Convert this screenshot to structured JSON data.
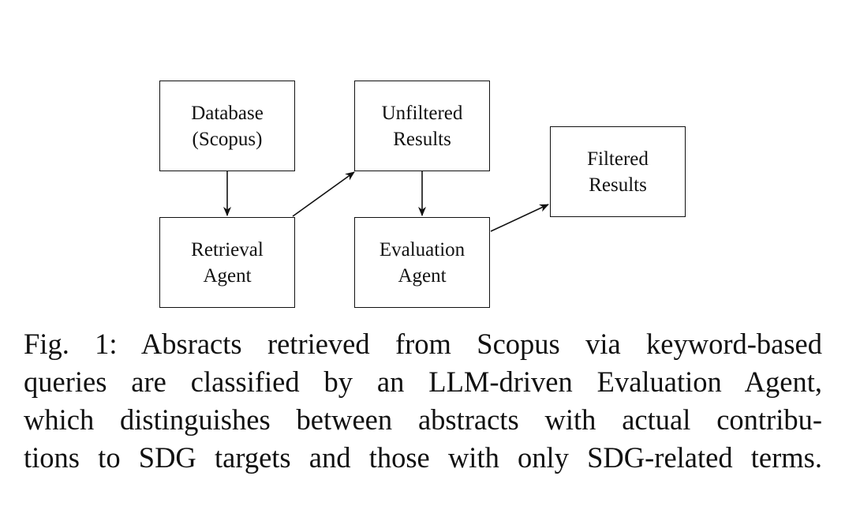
{
  "figure": {
    "nodes": {
      "database": {
        "line1": "Database",
        "line2": "(Scopus)"
      },
      "unfiltered": {
        "line1": "Unfiltered",
        "line2": "Results"
      },
      "filtered": {
        "line1": "Filtered",
        "line2": "Results"
      },
      "retrieval": {
        "line1": "Retrieval",
        "line2": "Agent"
      },
      "evaluation": {
        "line1": "Evaluation",
        "line2": "Agent"
      }
    },
    "edges": [
      {
        "from": "database",
        "to": "retrieval"
      },
      {
        "from": "retrieval",
        "to": "unfiltered"
      },
      {
        "from": "unfiltered",
        "to": "evaluation"
      },
      {
        "from": "evaluation",
        "to": "filtered"
      }
    ]
  },
  "caption": {
    "lines": [
      "Fig. 1: Absracts retrieved from Scopus via keyword-based",
      "queries are classified by an LLM-driven Evaluation Agent,",
      "which distinguishes between abstracts with actual contribu-",
      "tions to SDG targets and those with only SDG-related terms."
    ]
  }
}
